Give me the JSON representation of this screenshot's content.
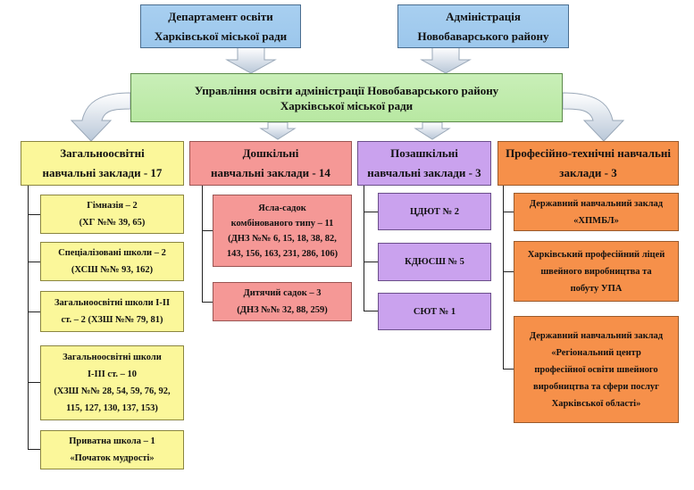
{
  "top": {
    "dept": [
      "Департамент освіти",
      "Харківської міської ради"
    ],
    "admin": [
      "Адміністрація",
      "Новобаварського району"
    ]
  },
  "mgmt": [
    "Управління освіти адміністрації  Новобаварського  району",
    "Харківської міської ради"
  ],
  "categories": [
    {
      "title": [
        "Загальноосвітні",
        "навчальні заклади - 17"
      ],
      "items": [
        [
          "Гімназія – 2",
          "(ХГ №№ 39, 65)"
        ],
        [
          "Спеціалізовані школи – 2",
          "(ХСШ №№ 93, 162)"
        ],
        [
          "Загальноосвітні школи І-ІІ",
          "ст. – 2 (ХЗШ №№ 79, 81)"
        ],
        [
          "Загальноосвітні школи",
          "І-ІІІ ст. – 10",
          "(ХЗШ №№ 28, 54, 59, 76, 92,",
          "115, 127, 130, 137, 153)"
        ],
        [
          "Приватна школа – 1",
          "«Початок мудрості»"
        ]
      ]
    },
    {
      "title": [
        "Дошкільні",
        "навчальні заклади - 14"
      ],
      "items": [
        [
          "Ясла-садок",
          "комбінованого типу – 11",
          "(ДНЗ №№ 6, 15, 18, 38, 82,",
          "143, 156, 163, 231, 286, 106)"
        ],
        [
          "Дитячий садок – 3",
          "(ДНЗ №№ 32, 88, 259)"
        ]
      ]
    },
    {
      "title": [
        "Позашкільні",
        "навчальні заклади - 3"
      ],
      "items": [
        [
          "ЦДЮТ № 2"
        ],
        [
          "КДЮСШ № 5"
        ],
        [
          "СЮТ № 1"
        ]
      ]
    },
    {
      "title": [
        "Професійно-технічні навчальні",
        "заклади - 3"
      ],
      "items": [
        [
          "Державний навчальний заклад",
          "«ХПМБЛ»"
        ],
        [
          "Харківський професійний ліцей",
          "швейного виробництва та",
          "побуту УПА"
        ],
        [
          "Державний навчальний заклад",
          "«Регіональний центр",
          "професійної освіти швейного",
          "виробництва та сфери послуг",
          "Харківської області»"
        ]
      ]
    }
  ],
  "colors": {
    "top": "#9cc7ec",
    "management": "#b8e8a2",
    "general": "#fbf79a",
    "preschool": "#f59896",
    "extracurricular": "#caa2ee",
    "vocational": "#f6904a"
  }
}
